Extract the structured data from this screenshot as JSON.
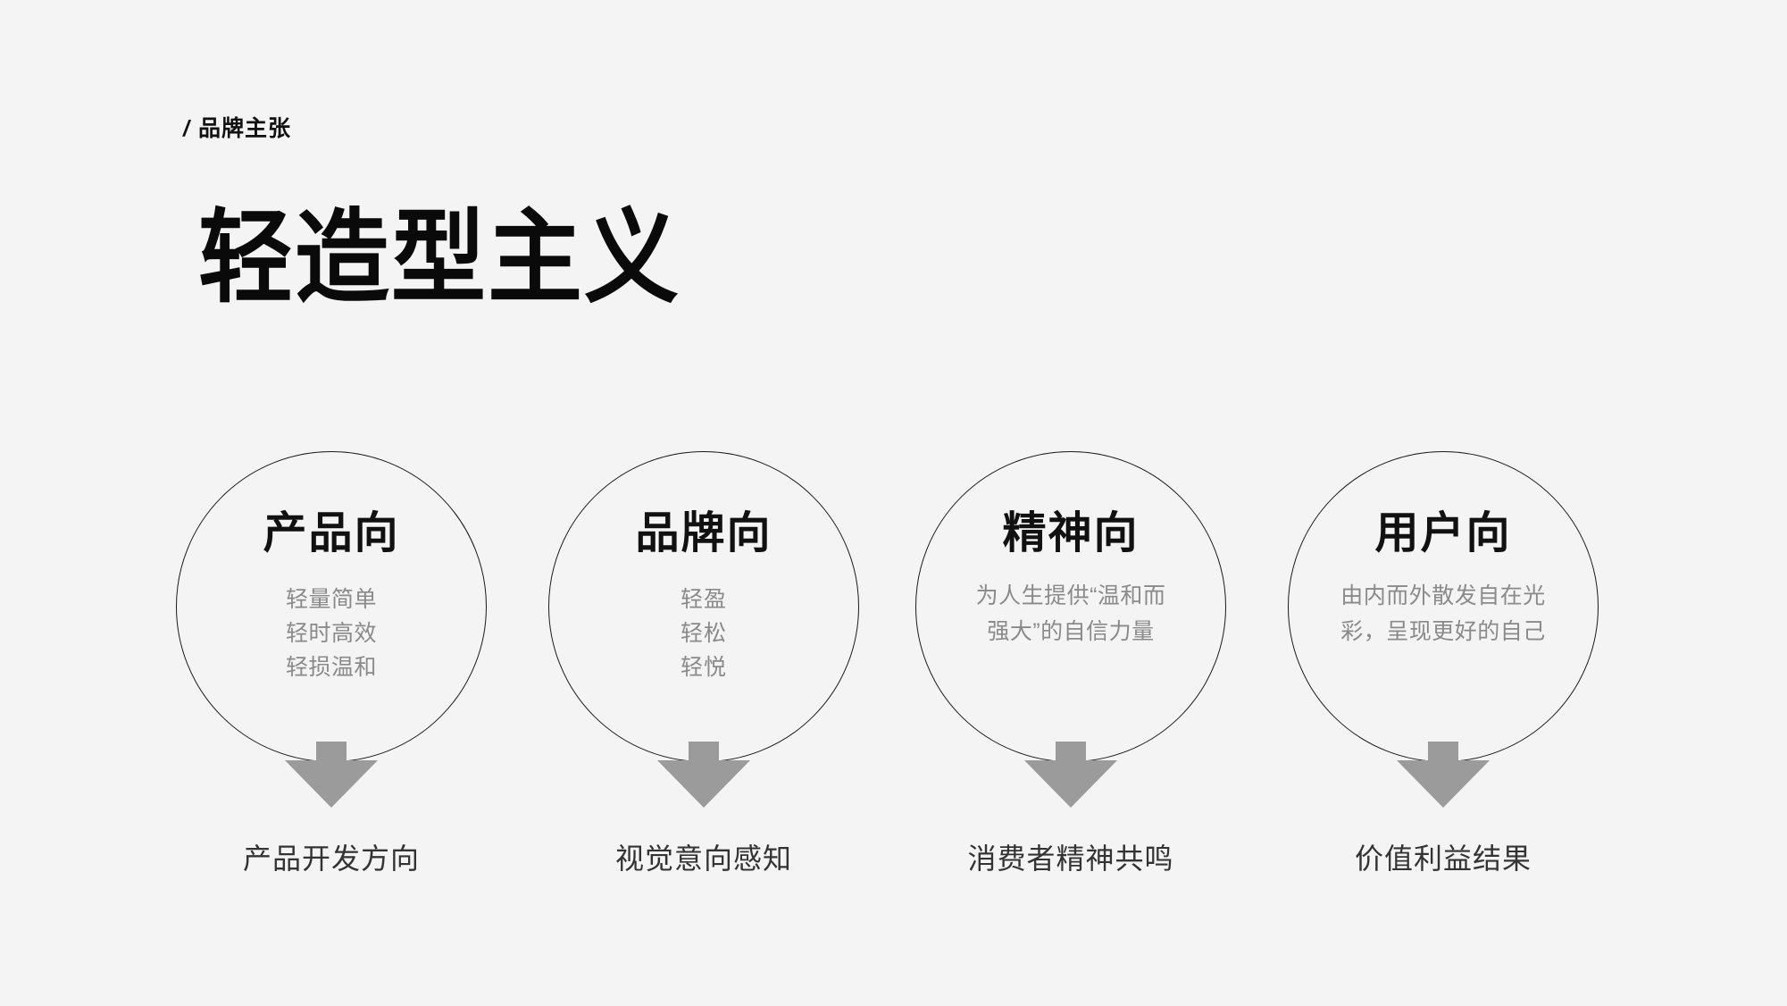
{
  "slide": {
    "background_color": "#f4f4f4",
    "eyebrow": {
      "slash": "/",
      "label": "品牌主张"
    },
    "title": "轻造型主义",
    "colors": {
      "title_text": "#0a0a0a",
      "heading_text": "#111111",
      "body_text": "#8a8a8a",
      "caption_text": "#333333",
      "circle_stroke": "#1a1a1a",
      "arrow_fill": "#9b9b9b"
    },
    "nodes": [
      {
        "heading": "产品向",
        "lines": [
          "轻量简单",
          "轻时高效",
          "轻损温和"
        ],
        "caption": "产品开发方向",
        "arrow_icon": "arrow-down-icon"
      },
      {
        "heading": "品牌向",
        "lines": [
          "轻盈",
          "轻松",
          "轻悦"
        ],
        "caption": "视觉意向感知",
        "arrow_icon": "arrow-down-icon"
      },
      {
        "heading": "精神向",
        "lines": [
          "为人生提供“温和而",
          "强大”的自信力量"
        ],
        "caption": "消费者精神共鸣",
        "arrow_icon": "arrow-down-icon"
      },
      {
        "heading": "用户向",
        "lines": [
          "由内而外散发自在光",
          "彩，呈现更好的自己"
        ],
        "caption": "价值利益结果",
        "arrow_icon": "arrow-down-icon"
      }
    ]
  }
}
